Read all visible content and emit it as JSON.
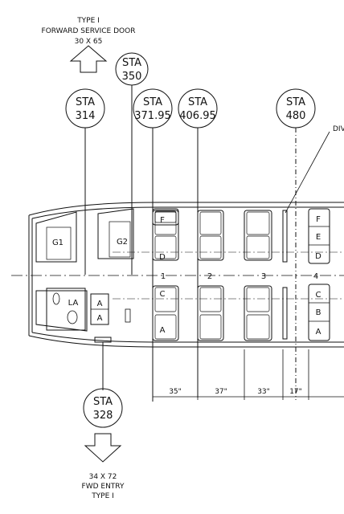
{
  "doors": {
    "forward_service": {
      "line1": "TYPE I",
      "line2": "FORWARD SERVICE DOOR",
      "line3": "30 X 65"
    },
    "fwd_entry": {
      "line1": "34 X 72",
      "line2": "FWD ENTRY",
      "line3": "TYPE I"
    }
  },
  "stations": [
    {
      "id": "350",
      "label": "STA",
      "value": "350"
    },
    {
      "id": "314",
      "label": "STA",
      "value": "314"
    },
    {
      "id": "371",
      "label": "STA",
      "value": "371.95"
    },
    {
      "id": "406",
      "label": "STA",
      "value": "406.95"
    },
    {
      "id": "480",
      "label": "STA",
      "value": "480"
    },
    {
      "id": "328",
      "label": "STA",
      "value": "328"
    }
  ],
  "monuments": {
    "g1": "G1",
    "g2": "G2",
    "la": "LA",
    "att_a1": "A",
    "att_a2": "A"
  },
  "divider_label": "DIV",
  "row_numbers": [
    "1",
    "2",
    "3",
    "4"
  ],
  "seat_letters": {
    "row1_upper": [
      "F",
      "D"
    ],
    "row1_lower": [
      "C",
      "A"
    ],
    "row4_upper": [
      "F",
      "E",
      "D"
    ],
    "row4_lower": [
      "C",
      "B",
      "A"
    ]
  },
  "pitches": [
    "35\"",
    "37\"",
    "33\"",
    "17\""
  ]
}
